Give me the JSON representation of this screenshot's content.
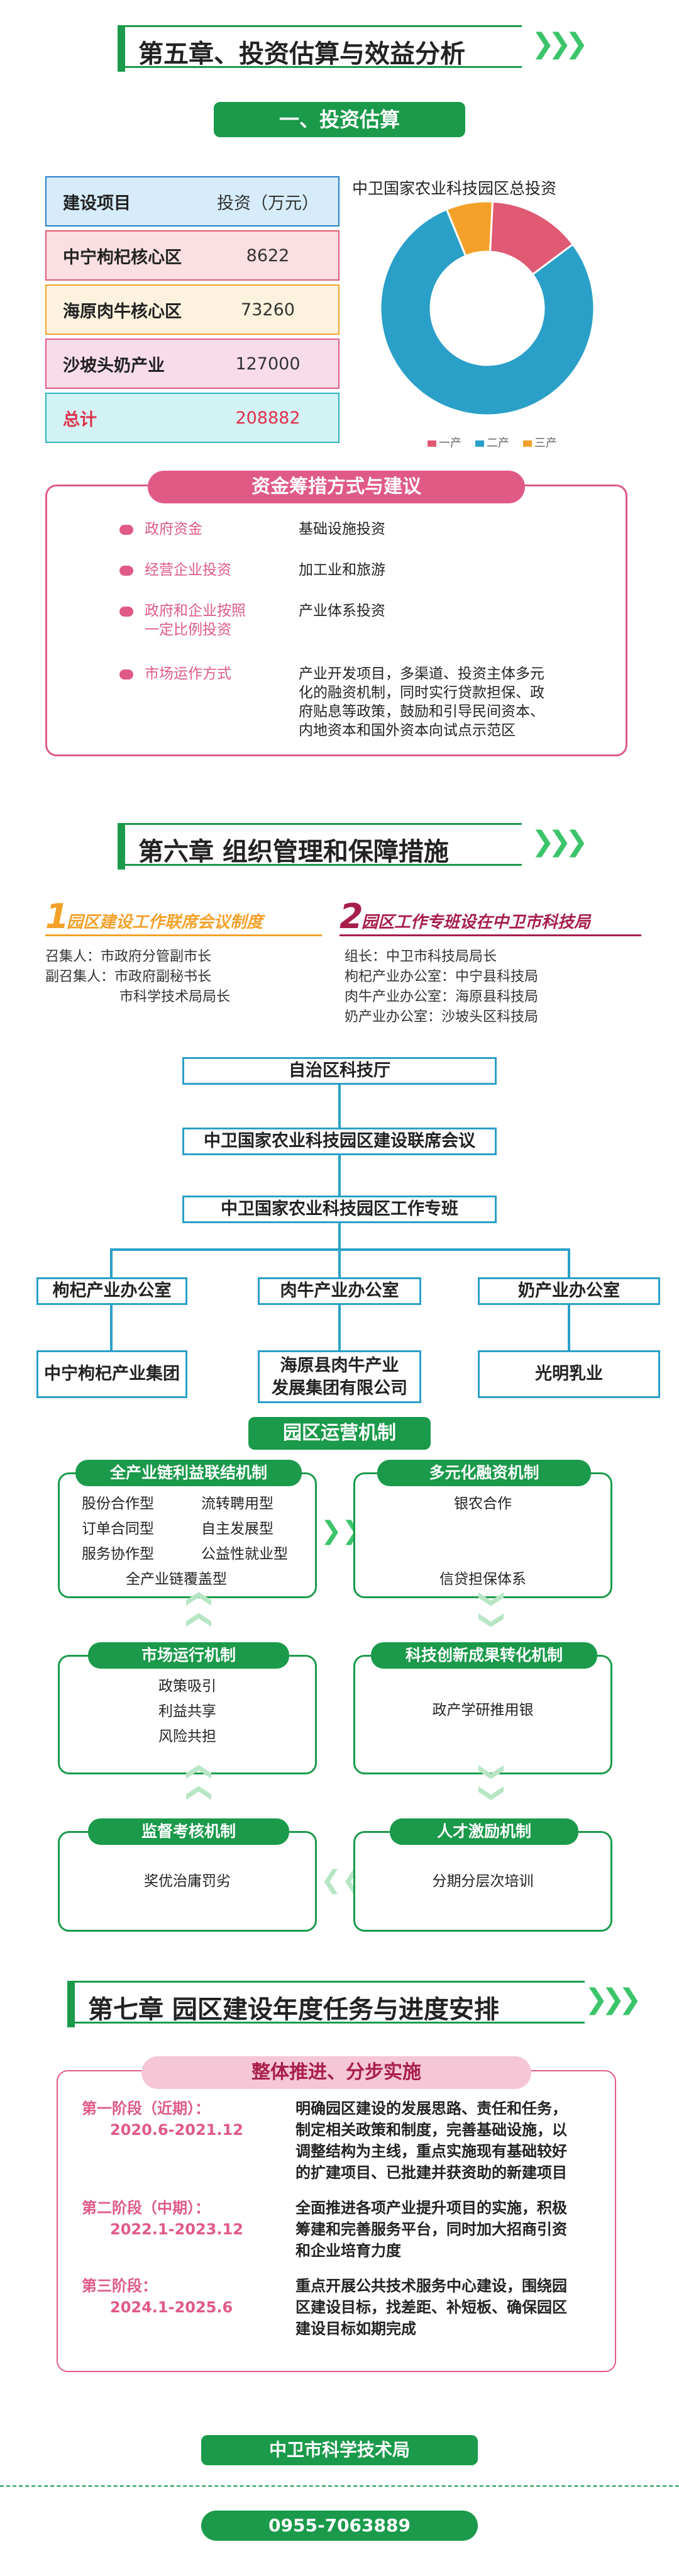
{
  "ch5": {
    "title": "第五章、投资估算与效益分析",
    "sub": "一、投资估算"
  },
  "table": {
    "h1": "建设项目",
    "h2": "投资（万元）",
    "rows": [
      {
        "name": "中宁枸杞核心区",
        "val": "8622"
      },
      {
        "name": "海原肉牛核心区",
        "val": "73260"
      },
      {
        "name": "沙坡头奶产业",
        "val": "127000"
      }
    ],
    "total_label": "总计",
    "total_val": "208882"
  },
  "chart_data": {
    "type": "pie",
    "title": "中卫国家农业科技园区总投资",
    "categories": [
      "一产",
      "二产",
      "三产"
    ],
    "values": [
      14,
      79,
      7
    ],
    "colors": [
      "#e05a74",
      "#2aa0c8",
      "#f4a12a"
    ],
    "legend_position": "bottom"
  },
  "funding": {
    "title": "资金筹措方式与建议",
    "items": [
      {
        "label": "政府资金",
        "desc": "基础设施投资"
      },
      {
        "label": "经营企业投资",
        "desc": "加工业和旅游"
      },
      {
        "label1": "政府和企业按照",
        "label2": "一定比例投资",
        "desc": "产业体系投资"
      },
      {
        "label": "市场运作方式",
        "d1": "产业开发项目，多渠道、投资主体多元",
        "d2": "化的融资机制，同时实行贷款担保、政",
        "d3": "府贴息等政策，鼓励和引导民间资本、",
        "d4": "内地资本和国外资本向试点示范区"
      }
    ]
  },
  "ch6": {
    "title": "第六章 组织管理和保障措施",
    "col1": {
      "num": "1",
      "title": "园区建设工作联席会议制度",
      "l1": "召集人：市政府分管副市长",
      "l2": "副召集人：市政府副秘书长",
      "l3": "市科学技术局局长"
    },
    "col2": {
      "num": "2",
      "title": "园区工作专班设在中卫市科技局",
      "l1": "组长：中卫市科技局局长",
      "l2": "枸杞产业办公室：中宁县科技局",
      "l3": "肉牛产业办公室：海原县科技局",
      "l4": "奶产业办公室：沙坡头区科技局"
    },
    "org": {
      "top": "自治区科技厅",
      "mid": "中卫国家农业科技园区建设联席会议",
      "team": "中卫国家农业科技园区工作专班",
      "o1": "枸杞产业办公室",
      "o2": "肉牛产业办公室",
      "o3": "奶产业办公室",
      "c1": "中宁枸杞产业集团",
      "c2a": "海原县肉牛产业",
      "c2b": "发展集团有限公司",
      "c3": "光明乳业"
    },
    "mech": {
      "title": "园区运营机制",
      "b1": {
        "title": "全产业链利益联结机制",
        "i1": "股份合作型",
        "i2": "流转聘用型",
        "i3": "订单合同型",
        "i4": "自主发展型",
        "i5": "服务协作型",
        "i6": "公益性就业型",
        "i7": "全产业链覆盖型"
      },
      "b2": {
        "title": "多元化融资机制",
        "i1": "银农合作",
        "i2": "信贷担保体系"
      },
      "b3": {
        "title": "市场运行机制",
        "i1": "政策吸引",
        "i2": "利益共享",
        "i3": "风险共担"
      },
      "b4": {
        "title": "科技创新成果转化机制",
        "i1": "政产学研推用银"
      },
      "b5": {
        "title": "监督考核机制",
        "i1": "奖优治庸罚劣"
      },
      "b6": {
        "title": "人才激励机制",
        "i1": "分期分层次培训"
      }
    }
  },
  "ch7": {
    "title": "第七章 园区建设年度任务与进度安排",
    "sub": "整体推进、分步实施",
    "s1": {
      "name": "第一阶段（近期）：",
      "date": "2020.6-2021.12",
      "t1": "明确园区建设的发展思路、责任和任务，",
      "t2": "制定相关政策和制度，完善基础设施，以",
      "t3": "调整结构为主线，重点实施现有基础较好",
      "t4": "的扩建项目、已批建并获资助的新建项目"
    },
    "s2": {
      "name": "第二阶段（中期）：",
      "date": "2022.1-2023.12",
      "t1": "全面推进各项产业提升项目的实施，积极",
      "t2": "筹建和完善服务平台，同时加大招商引资",
      "t3": "和企业培育力度"
    },
    "s3": {
      "name": "第三阶段：",
      "date": "2024.1-2025.6",
      "t1": "重点开展公共技术服务中心建设，围绕园",
      "t2": "区建设目标，找差距、补短板、确保园区",
      "t3": "建设目标如期完成"
    }
  },
  "footer": {
    "org": "中卫市科学技术局",
    "phone": "0955-7063889"
  }
}
